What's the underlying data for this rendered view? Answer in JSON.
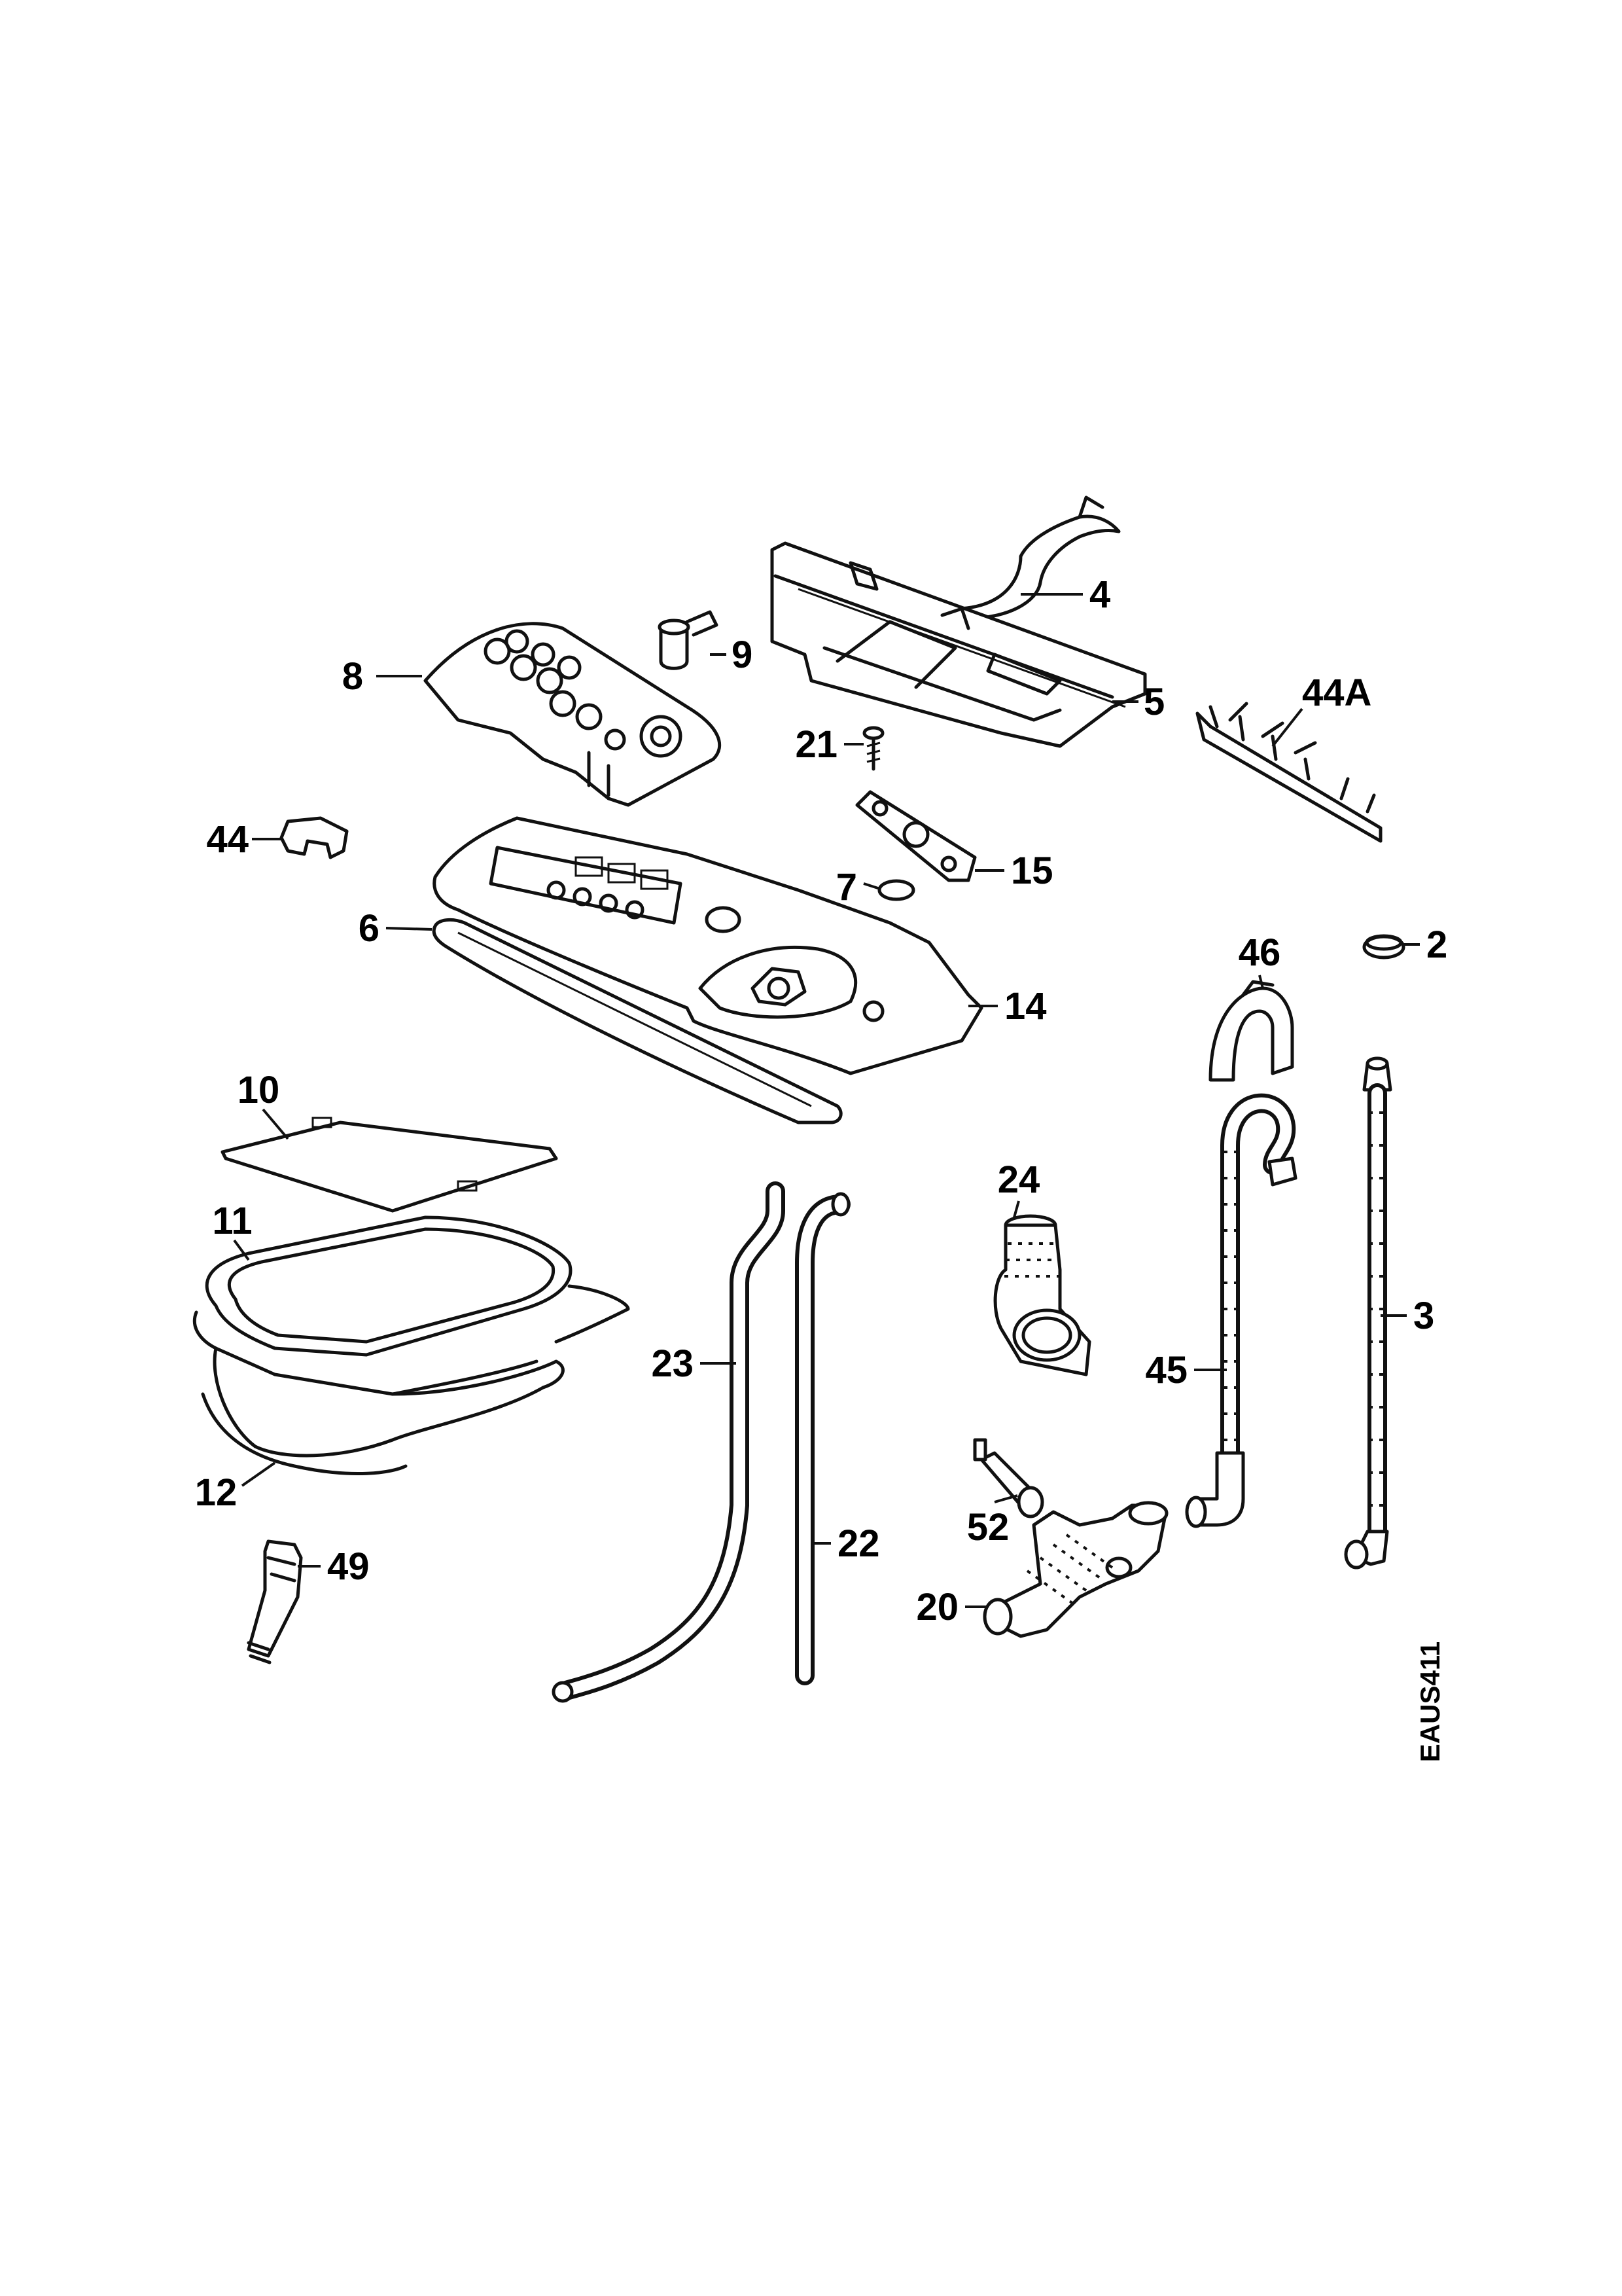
{
  "callouts": {
    "c2": "2",
    "c3": "3",
    "c4": "4",
    "c5": "5",
    "c6": "6",
    "c7": "7",
    "c8": "8",
    "c9": "9",
    "c10": "10",
    "c11": "11",
    "c12": "12",
    "c14": "14",
    "c15": "15",
    "c20": "20",
    "c21": "21",
    "c22": "22",
    "c23": "23",
    "c24": "24",
    "c44": "44",
    "c44A": "44A",
    "c45": "45",
    "c46": "46",
    "c49": "49",
    "c52": "52"
  },
  "drawing_reference": "EAUS411"
}
